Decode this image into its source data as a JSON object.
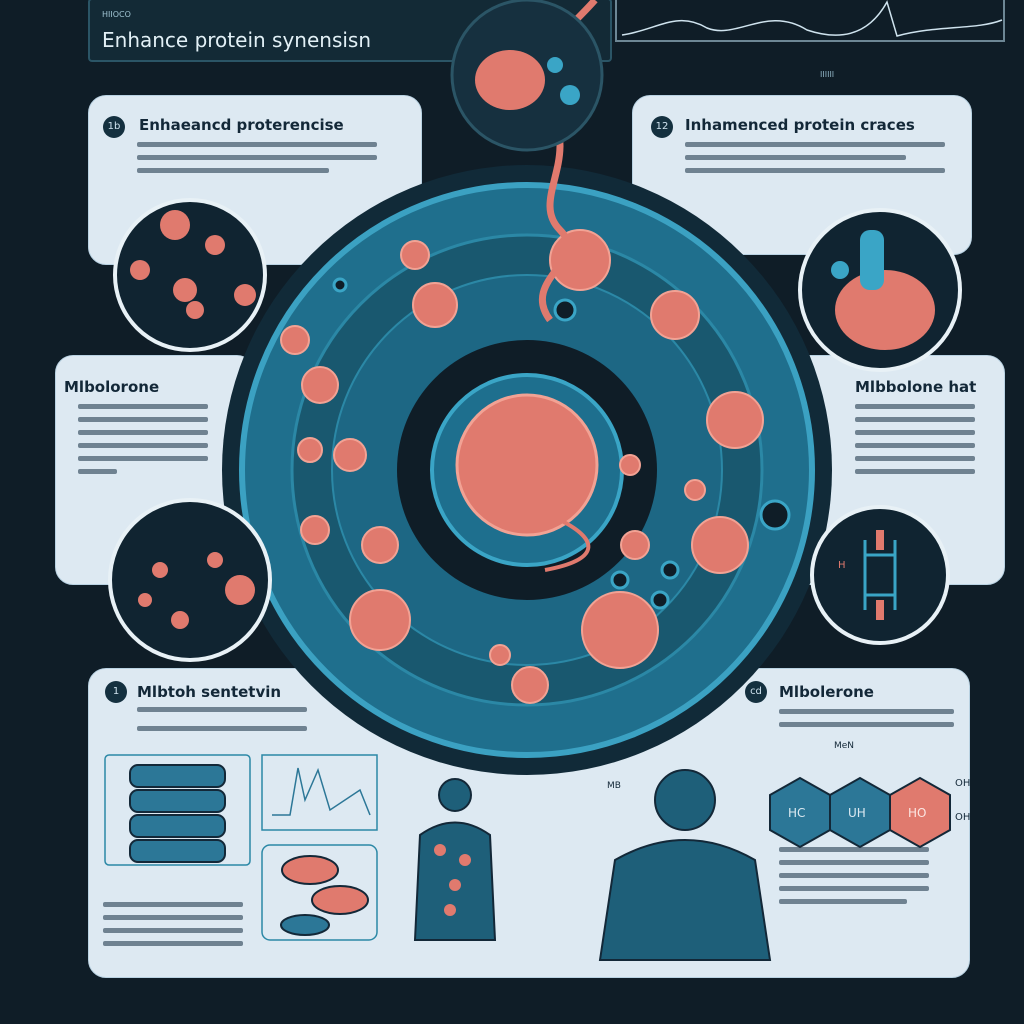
{
  "header": {
    "kicker": "HIIOCO",
    "title": "Enhance protein synensisn"
  },
  "cards": [
    {
      "num": "1b",
      "title": "Enhaeancd proterencise"
    },
    {
      "num": "12",
      "title": "Inhamenced protein craces"
    },
    {
      "title": "Mlbolorone"
    },
    {
      "title": "Mlbbolone hat"
    },
    {
      "num": "1",
      "title": "Mlbtoh sentetvin"
    },
    {
      "num": "cd",
      "title": "Mlbolerone"
    }
  ],
  "labels": {
    "chart_tick": "IIIIII",
    "mb": "MB",
    "men": "MeN",
    "hex": [
      "HC",
      "UH",
      "HO"
    ],
    "oh1": "OH",
    "oh2": "OH",
    "h": "H"
  },
  "colors": {
    "background": "#0f1d27",
    "ring": "#2a8aa8",
    "cell": "#e07a6e",
    "card": "#dde9f2"
  }
}
